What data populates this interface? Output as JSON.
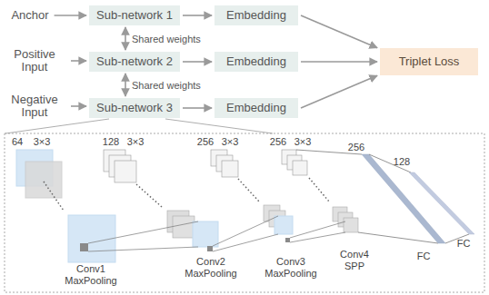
{
  "diagram": {
    "nodes": [
      {
        "text": [
          "Anchor"
        ]
      },
      {
        "text": [
          "Sub-network 1"
        ]
      },
      {
        "text": [
          "Embedding"
        ]
      },
      {
        "text": [
          "Positive Input"
        ]
      },
      {
        "text": [
          "Sub-network 2"
        ]
      },
      {
        "text": [
          "Embedding"
        ]
      },
      {
        "text": [
          "Negative Input"
        ]
      },
      {
        "text": [
          "Sub-network 3"
        ]
      },
      {
        "text": [
          "Embedding"
        ]
      },
      {
        "text": [
          "Triplet Loss"
        ]
      }
    ],
    "edges": [
      {
        "from": 0,
        "to": 1,
        "arrow": "to"
      },
      {
        "from": 1,
        "to": 2,
        "arrow": "to"
      },
      {
        "from": 2,
        "to": 9,
        "arrow": "to"
      },
      {
        "from": 3,
        "to": 4,
        "arrow": "to"
      },
      {
        "from": 4,
        "to": 5,
        "arrow": "to"
      },
      {
        "from": 5,
        "to": 9,
        "arrow": "to"
      },
      {
        "from": 6,
        "to": 7,
        "arrow": "to"
      },
      {
        "from": 7,
        "to": 8,
        "arrow": "to"
      },
      {
        "from": 8,
        "to": 9,
        "arrow": "to"
      },
      {
        "from": 1,
        "to": 4,
        "label": "Shared weights",
        "arrow": "both"
      },
      {
        "from": 4,
        "to": 7,
        "label": "Shared weights",
        "arrow": "both"
      }
    ],
    "labels": [
      "64",
      "3×3",
      "128",
      "3×3",
      "256",
      "3×3",
      "256",
      "3×3",
      "256",
      "128",
      "Conv1 MaxPooling",
      "Conv2 MaxPooling",
      "Conv3 MaxPooling",
      "Conv4 SPP",
      "FC",
      "FC"
    ]
  }
}
